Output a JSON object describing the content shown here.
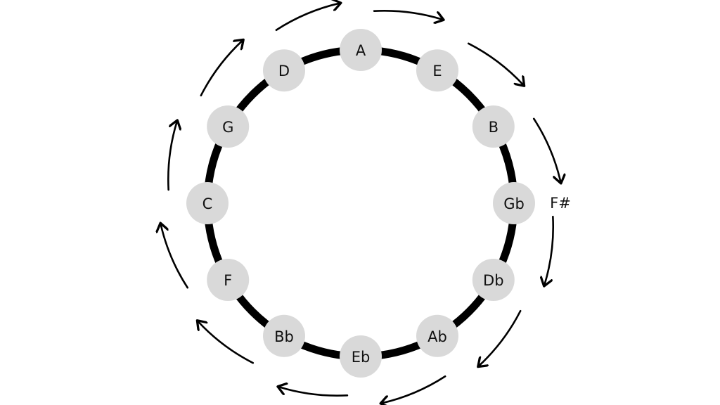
{
  "diagram": {
    "title_hidden": null,
    "notes": [
      "A",
      "E",
      "B",
      "Gb",
      "Db",
      "Ab",
      "Eb",
      "Bb",
      "F",
      "C",
      "G",
      "D"
    ],
    "enharmonic": {
      "note": "Gb",
      "label": "F#"
    },
    "direction": "clockwise",
    "colors": {
      "node_fill": "#d9d9d9",
      "ring": "#000000",
      "arrow": "#000000",
      "text": "#111111"
    }
  }
}
